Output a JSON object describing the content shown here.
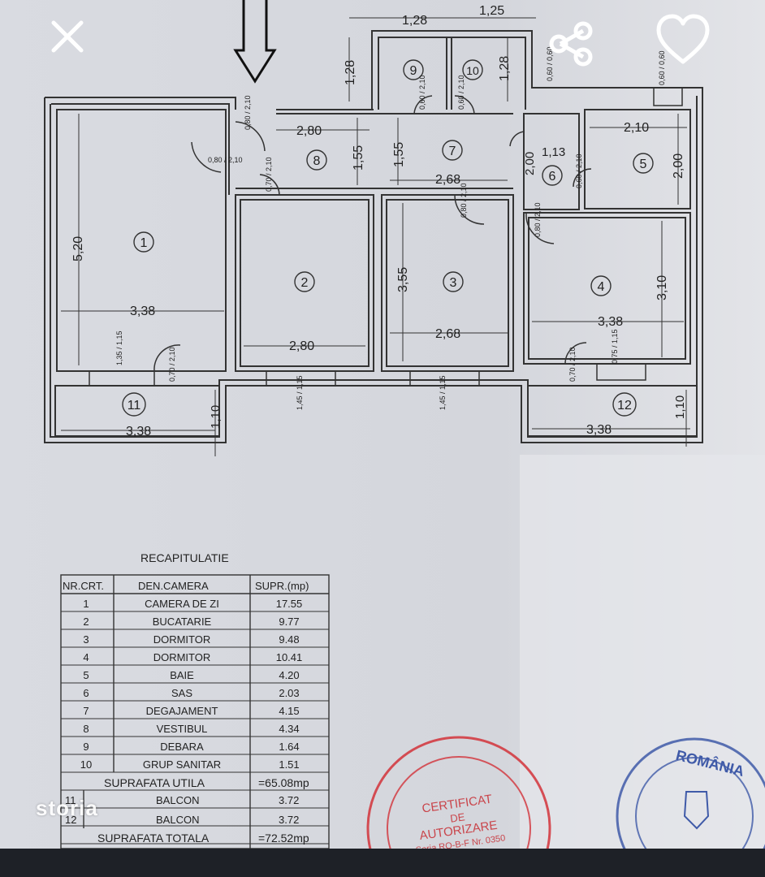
{
  "controls": {
    "close_icon": "close-icon",
    "share_icon": "share-icon",
    "favorite_icon": "heart-icon"
  },
  "watermark": "storia",
  "plan": {
    "top_dims": {
      "d1": "1,28",
      "d2": "1,25",
      "d3": "1,28",
      "d4": "1,28"
    },
    "rooms": {
      "r1": "1",
      "r2": "2",
      "r3": "3",
      "r4": "4",
      "r5": "5",
      "r6": "6",
      "r7": "7",
      "r8": "8",
      "r9": "9",
      "r10": "10",
      "r11": "11",
      "r12": "12"
    },
    "dims": {
      "r1_w": "3,38",
      "r1_h": "5,20",
      "r2_w": "2,80",
      "r3_w": "2,68",
      "r3_h": "3,55",
      "r4_w": "3,38",
      "r4_h": "3,10",
      "r5_w": "2,10",
      "r5_h": "2,00",
      "r6_w": "1,13",
      "r6_h": "2,00",
      "r7_w": "2,68",
      "r7_h": "1,55",
      "r8_w": "2,80",
      "r8_h": "1,55",
      "r11_w": "3,38",
      "r11_h": "1,10",
      "r12_w": "3,38",
      "r12_h": "1,10"
    },
    "doors": {
      "d_entry": "0,80 / 2,10",
      "d_vest": "0,80 / 2,10",
      "d_kitchen": "0,70 / 2,10",
      "d_pantry": "0,60 / 2,10",
      "d_wc": "0,60 / 2,10",
      "d_bed3": "0,80 / 2,10",
      "d_bed4": "0,80 / 2,10",
      "d_bath": "0,60 / 2,10",
      "d_bal1": "0,70 / 2,10",
      "d_bal2": "0,70 / 2,10",
      "d_top1": "0,60 / 0,60",
      "d_top2": "0,60 / 0,60"
    },
    "windows": {
      "w_r1": "1,35 / 1,15",
      "w_r2": "1,45 / 1,15",
      "w_r3": "1,45 / 1,15",
      "w_r4": "0,75 / 1,15"
    }
  },
  "summary": {
    "title": "RECAPITULATIE",
    "headers": [
      "NR.CRT.",
      "DEN.CAMERA",
      "SUPR.(mp)"
    ],
    "rows": [
      [
        "1",
        "CAMERA DE ZI",
        "17.55"
      ],
      [
        "2",
        "BUCATARIE",
        "9.77"
      ],
      [
        "3",
        "DORMITOR",
        "9.48"
      ],
      [
        "4",
        "DORMITOR",
        "10.41"
      ],
      [
        "5",
        "BAIE",
        "4.20"
      ],
      [
        "6",
        "SAS",
        "2.03"
      ],
      [
        "7",
        "DEGAJAMENT",
        "4.15"
      ],
      [
        "8",
        "VESTIBUL",
        "4.34"
      ],
      [
        "9",
        "DEBARA",
        "1.64"
      ],
      [
        "10",
        "GRUP SANITAR",
        "1.51"
      ]
    ],
    "useful_label": "SUPRAFATA UTILA",
    "useful_value": "=65.08mp",
    "balcony_rows": [
      [
        "11",
        "BALCON",
        "3.72"
      ],
      [
        "12",
        "BALCON",
        "3.72"
      ]
    ],
    "total_label": "SUPRAFATA TOTALA",
    "total_value": "=72.52mp"
  },
  "stamps": {
    "red_text1": "CERTIFICAT",
    "red_text2": "DE",
    "red_text3": "AUTORIZARE",
    "red_text4": "Seria RO-B-F Nr. 0350",
    "blue_text": "ROMÂNIA"
  }
}
